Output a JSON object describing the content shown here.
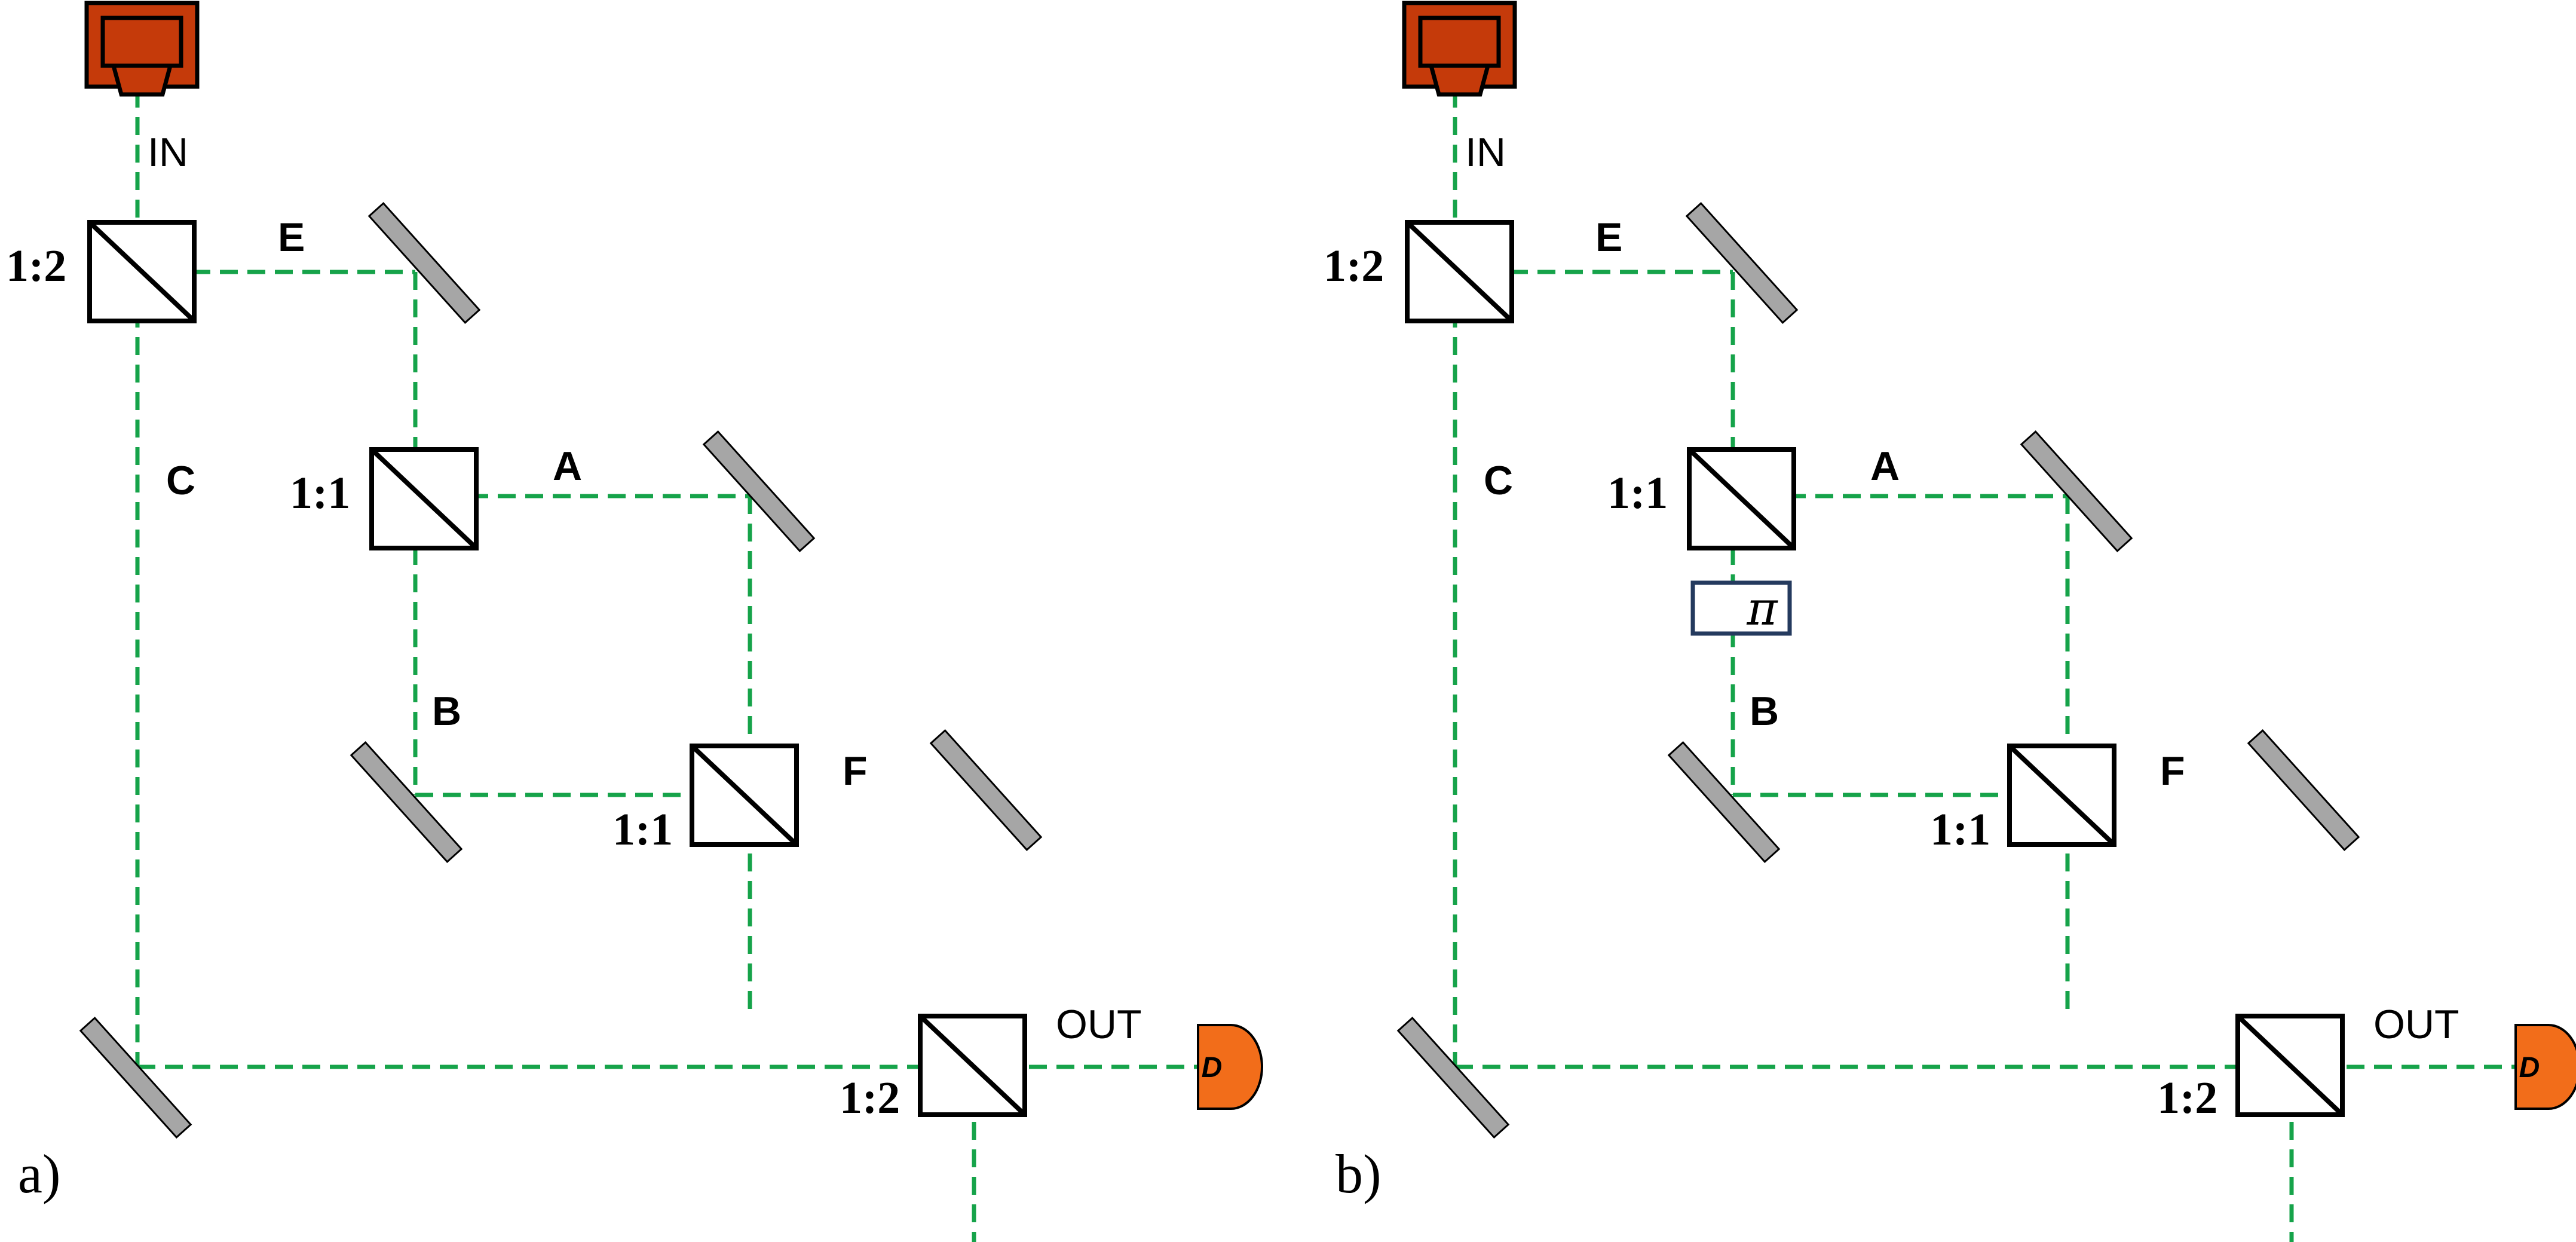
{
  "panels": [
    {
      "id": "a",
      "panel_label": "a)",
      "input_label": "IN",
      "output_label": "OUT",
      "detector_label": "D",
      "path_labels": {
        "E": "E",
        "A": "A",
        "C": "C",
        "B": "B",
        "F": "F"
      },
      "splitter_ratios": {
        "top": "1:2",
        "middle": "1:1",
        "lower": "1:1",
        "output": "1:2"
      },
      "phase_shifter": null
    },
    {
      "id": "b",
      "panel_label": "b)",
      "input_label": "IN",
      "output_label": "OUT",
      "detector_label": "D",
      "path_labels": {
        "E": "E",
        "A": "A",
        "C": "C",
        "B": "B",
        "F": "F"
      },
      "splitter_ratios": {
        "top": "1:2",
        "middle": "1:1",
        "lower": "1:1",
        "output": "1:2"
      },
      "phase_shifter": "π"
    }
  ],
  "colors": {
    "beam": "#16a34a",
    "laser": "#c53a0a",
    "detector": "#f26d1a",
    "mirror": "#a6a6a6",
    "phase_box": "#243a5e"
  },
  "icons": {
    "source": "laser-source-icon",
    "detector": "detector-icon",
    "mirror": "mirror-icon",
    "splitter": "beam-splitter-icon"
  }
}
